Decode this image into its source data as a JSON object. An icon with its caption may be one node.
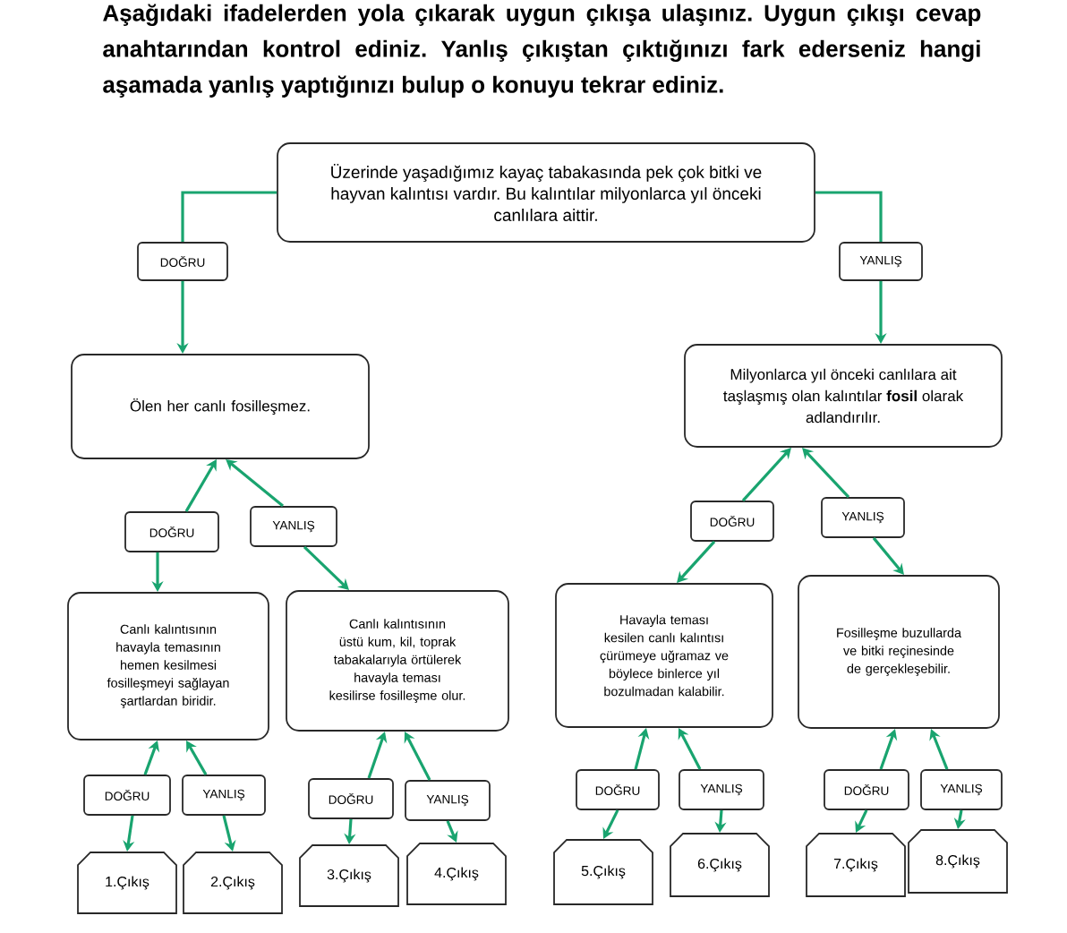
{
  "diagram": {
    "title": "Aşağıdaki ifadelerden yola çıkarak uygun çıkışa ulaşınız. Uygun çıkışı cevap anahtarından kontrol ediniz. Yanlış çıkıştan çıktığınızı fark ederseniz hangi aşamada yanlış yaptığınızı bulup o konuyu tekrar ediniz.",
    "nodes": [
      {
        "text": [
          "Üzerinde yaşadığımız kayaç tabakasında pek çok bitki ve hayvan kalıntısı vardır. Bu kalıntılar milyonlarca yıl önceki canlılara aittir."
        ]
      },
      {
        "text": [
          "DOĞRU"
        ]
      },
      {
        "text": [
          "YANLIŞ"
        ]
      },
      {
        "text": [
          "Ölen her canlı fosilleşmez."
        ]
      },
      {
        "text": [
          "Milyonlarca yıl önceki canlılara ait taşlaşmış olan kalıntılar **fosil** olarak adlandırılır."
        ]
      },
      {
        "text": [
          "DOĞRU"
        ]
      },
      {
        "text": [
          "YANLIŞ"
        ]
      },
      {
        "text": [
          "DOĞRU"
        ]
      },
      {
        "text": [
          "YANLIŞ"
        ]
      },
      {
        "text": [
          "Canlı kalıntısının havayla temasının hemen kesilmesi fosilleşmeyi sağlayan şartlardan biridir."
        ]
      },
      {
        "text": [
          "Canlı kalıntısının üstü kum, kil, toprak tabakalarıyla örtülerek havayla teması kesilirse fosilleşme olur."
        ]
      },
      {
        "text": [
          "Havayla teması kesilen canlı kalıntısı çürümeye uğramaz ve böylece binlerce yıl bozulmadan kalabilir."
        ]
      },
      {
        "text": [
          "Fosilleşme buzullarda ve bitki reçinesinde de gerçekleşebilir."
        ]
      },
      {
        "text": [
          "DOĞRU"
        ]
      },
      {
        "text": [
          "YANLIŞ"
        ]
      },
      {
        "text": [
          "DOĞRU"
        ]
      },
      {
        "text": [
          "YANLIŞ"
        ]
      },
      {
        "text": [
          "DOĞRU"
        ]
      },
      {
        "text": [
          "YANLIŞ"
        ]
      },
      {
        "text": [
          "DOĞRU"
        ]
      },
      {
        "text": [
          "YANLIŞ"
        ]
      },
      {
        "text": [
          "1.Çıkış"
        ]
      },
      {
        "text": [
          "2.Çıkış"
        ]
      },
      {
        "text": [
          "3.Çıkış"
        ]
      },
      {
        "text": [
          "4.Çıkış"
        ]
      },
      {
        "text": [
          "5.Çıkış"
        ]
      },
      {
        "text": [
          "6.Çıkış"
        ]
      },
      {
        "text": [
          "7.Çıkış"
        ]
      },
      {
        "text": [
          "8.Çıkış"
        ]
      }
    ],
    "edges": [
      {
        "from": 0,
        "to": 1,
        "arrow": "none"
      },
      {
        "from": 0,
        "to": 2,
        "arrow": "none"
      },
      {
        "from": 1,
        "to": 3,
        "arrow": "to"
      },
      {
        "from": 2,
        "to": 4,
        "arrow": "to"
      },
      {
        "from": 5,
        "to": 3,
        "arrow": "to"
      },
      {
        "from": 5,
        "to": 9,
        "arrow": "to"
      },
      {
        "from": 6,
        "to": 3,
        "arrow": "to"
      },
      {
        "from": 6,
        "to": 10,
        "arrow": "to"
      },
      {
        "from": 7,
        "to": 4,
        "arrow": "to"
      },
      {
        "from": 7,
        "to": 11,
        "arrow": "to"
      },
      {
        "from": 8,
        "to": 4,
        "arrow": "to"
      },
      {
        "from": 8,
        "to": 12,
        "arrow": "to"
      },
      {
        "from": 13,
        "to": 9,
        "arrow": "to"
      },
      {
        "from": 13,
        "to": 21,
        "arrow": "to"
      },
      {
        "from": 14,
        "to": 9,
        "arrow": "to"
      },
      {
        "from": 14,
        "to": 22,
        "arrow": "to"
      },
      {
        "from": 15,
        "to": 10,
        "arrow": "to"
      },
      {
        "from": 15,
        "to": 23,
        "arrow": "to"
      },
      {
        "from": 16,
        "to": 10,
        "arrow": "to"
      },
      {
        "from": 16,
        "to": 24,
        "arrow": "to"
      },
      {
        "from": 17,
        "to": 11,
        "arrow": "to"
      },
      {
        "from": 17,
        "to": 25,
        "arrow": "to"
      },
      {
        "from": 18,
        "to": 11,
        "arrow": "to"
      },
      {
        "from": 18,
        "to": 26,
        "arrow": "to"
      },
      {
        "from": 19,
        "to": 12,
        "arrow": "to"
      },
      {
        "from": 19,
        "to": 27,
        "arrow": "to"
      },
      {
        "from": 20,
        "to": 12,
        "arrow": "to"
      },
      {
        "from": 20,
        "to": 28,
        "arrow": "to"
      }
    ]
  }
}
